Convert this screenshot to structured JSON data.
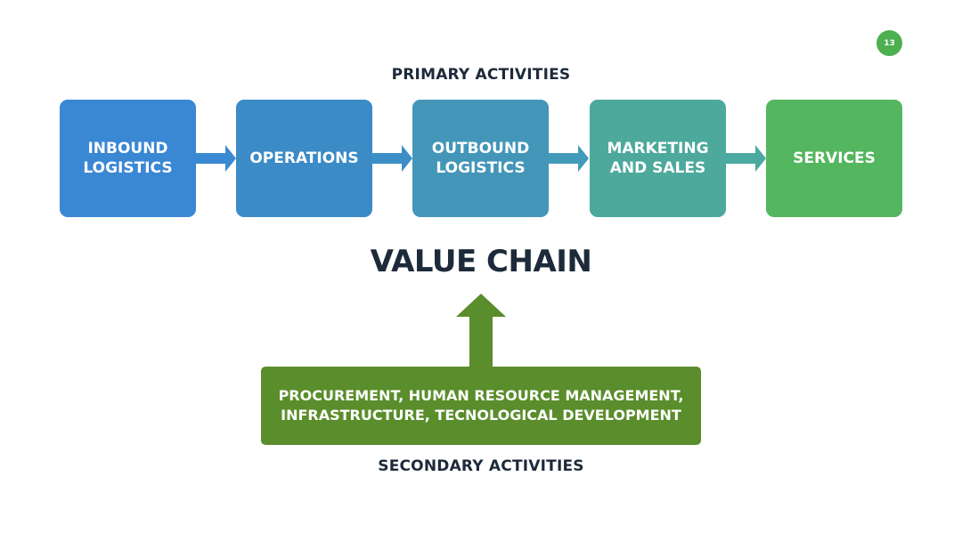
{
  "page_number": "13",
  "primary": {
    "title": "PRIMARY ACTIVITIES",
    "activities": [
      {
        "label": "INBOUND\nLOGISTICS",
        "color": "#3a87d4"
      },
      {
        "label": "OPERATIONS",
        "color": "#3b8bc7"
      },
      {
        "label": "OUTBOUND\nLOGISTICS",
        "color": "#4396b8"
      },
      {
        "label": "MARKETING\nAND SALES",
        "color": "#4ca99c"
      },
      {
        "label": "SERVICES",
        "color": "#55b660"
      }
    ],
    "arrow_colors": [
      "#3a8ad3",
      "#3b8fc6",
      "#429aba",
      "#4aa9a0"
    ]
  },
  "center_title": "VALUE CHAIN",
  "secondary": {
    "box_text": "PROCUREMENT, HUMAN RESOURCE MANAGEMENT,\nINFRASTRUCTURE, TECNOLOGICAL DEVELOPMENT",
    "title": "SECONDARY ACTIVITIES",
    "color": "#5a8d2b"
  }
}
